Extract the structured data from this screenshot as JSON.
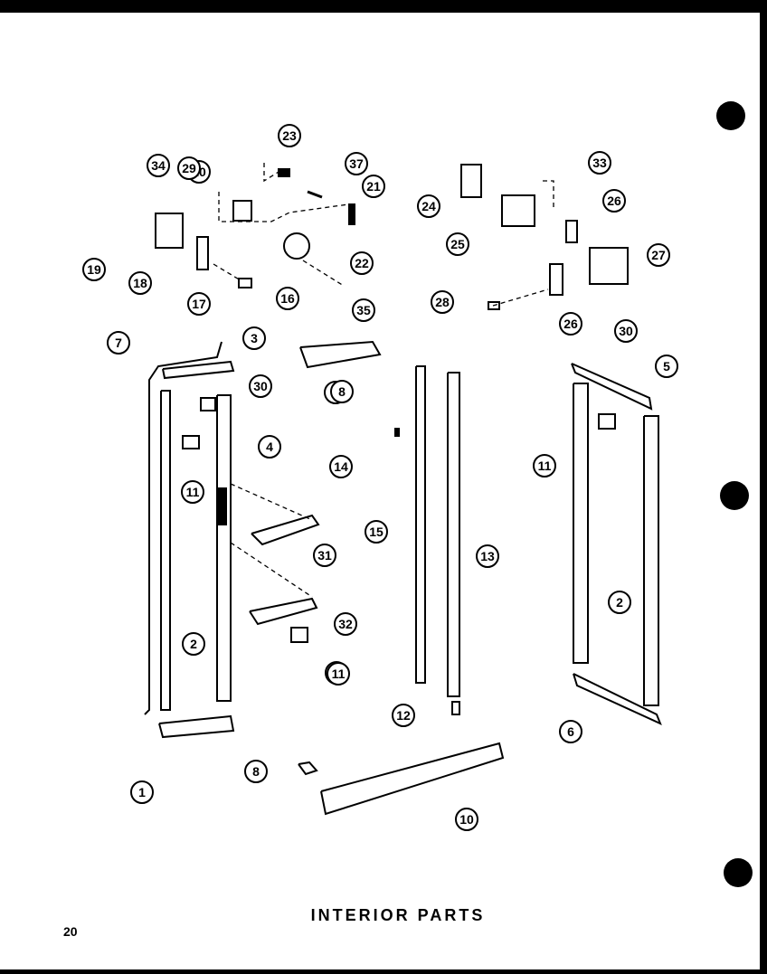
{
  "diagram": {
    "title": "INTERIOR PARTS",
    "page_number": "20",
    "callouts": [
      "1",
      "2",
      "2",
      "3",
      "4",
      "5",
      "6",
      "6",
      "7",
      "8",
      "8",
      "10",
      "11",
      "11",
      "11",
      "11",
      "12",
      "13",
      "14",
      "15",
      "16",
      "17",
      "18",
      "19",
      "20",
      "21",
      "22",
      "23",
      "24",
      "25",
      "26",
      "26",
      "27",
      "28",
      "29",
      "30",
      "30",
      "31",
      "32",
      "33",
      "34",
      "35",
      "37"
    ],
    "colors": {
      "ink": "#000000",
      "paper": "#ffffff"
    }
  }
}
